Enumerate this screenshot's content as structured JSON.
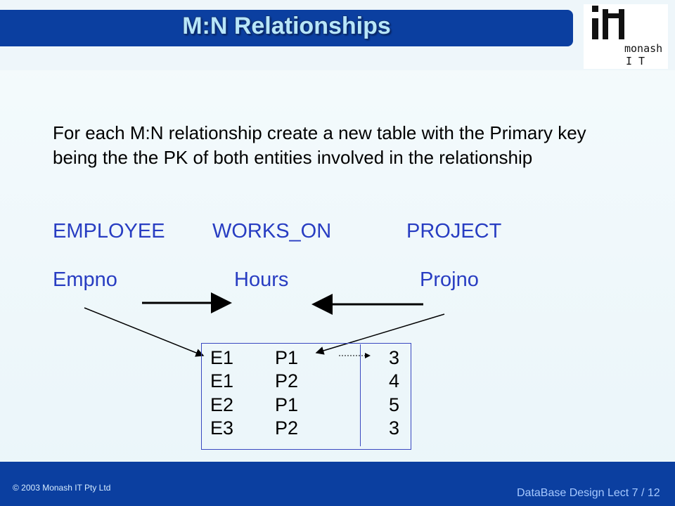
{
  "title": "M:N Relationships",
  "logo": {
    "line1": "monash",
    "line2": "IT"
  },
  "intro": "For each M:N relationship create a new table with the Primary key being the the PK of both entities involved in the relationship",
  "entities": [
    "EMPLOYEE",
    "WORKS_ON",
    "PROJECT"
  ],
  "attributes": [
    "Empno",
    "Hours",
    "Projno"
  ],
  "table_rows": [
    [
      "E1",
      "P1",
      "3"
    ],
    [
      "E1",
      "P2",
      "4"
    ],
    [
      "E2",
      "P1",
      "5"
    ],
    [
      "E3",
      "P2",
      "3"
    ]
  ],
  "footer": {
    "left": "© 2003 Monash IT Pty Ltd",
    "right": "DataBase Design Lect 7 / 12"
  },
  "colors": {
    "title_bar": "#0b3fa0",
    "accent_text": "#283dc2",
    "footer": "#0b3fa0"
  }
}
